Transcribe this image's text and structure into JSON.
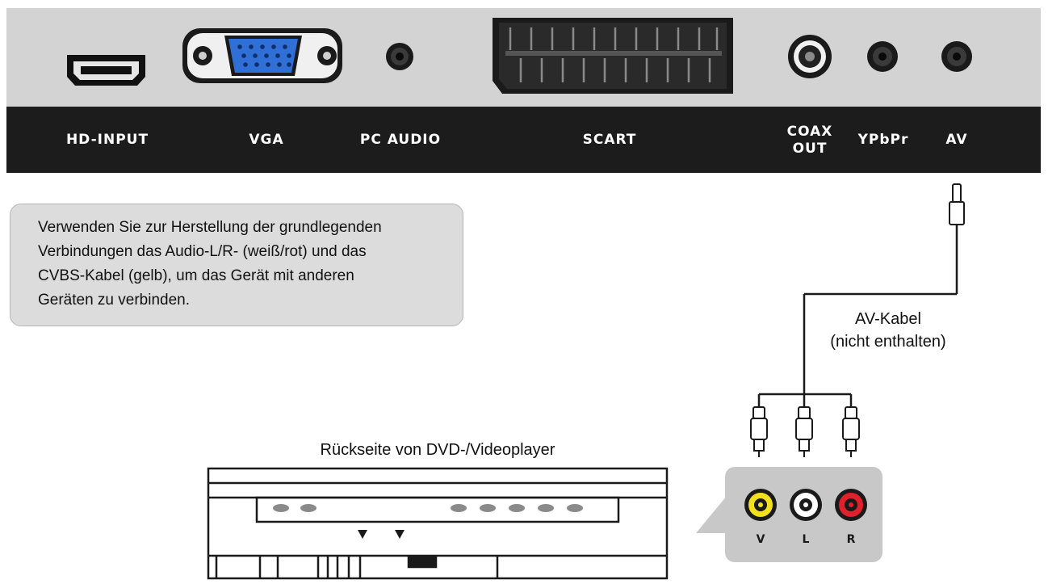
{
  "panel": {
    "labels": {
      "hd_input": "HD-INPUT",
      "vga": "VGA",
      "pc_audio": "PC AUDIO",
      "scart": "SCART",
      "coax_line1": "COAX",
      "coax_line2": "OUT",
      "ypbpr": "YPbPr",
      "av": "AV"
    },
    "colors": {
      "panel_grey": "#d3d3d3",
      "label_strip": "#1c1c1c",
      "vga_blue": "#2f6fd6",
      "rca_yellow": "#f1e01c",
      "rca_white": "#ffffff",
      "rca_red": "#e0202a"
    }
  },
  "note": {
    "lines": [
      "Verwenden Sie zur Herstellung der grundlegenden",
      "Verbindungen das Audio-L/R- (weiß/rot) und das",
      "CVBS-Kabel (gelb), um das Gerät mit anderen",
      "Geräten zu verbinden."
    ]
  },
  "cable": {
    "label_line1": "AV-Kabel",
    "label_line2": "(nicht enthalten)"
  },
  "player": {
    "caption": "Rückseite von DVD-/Videoplayer"
  },
  "rca_jacks": {
    "labels": [
      "V",
      "L",
      "R"
    ]
  }
}
